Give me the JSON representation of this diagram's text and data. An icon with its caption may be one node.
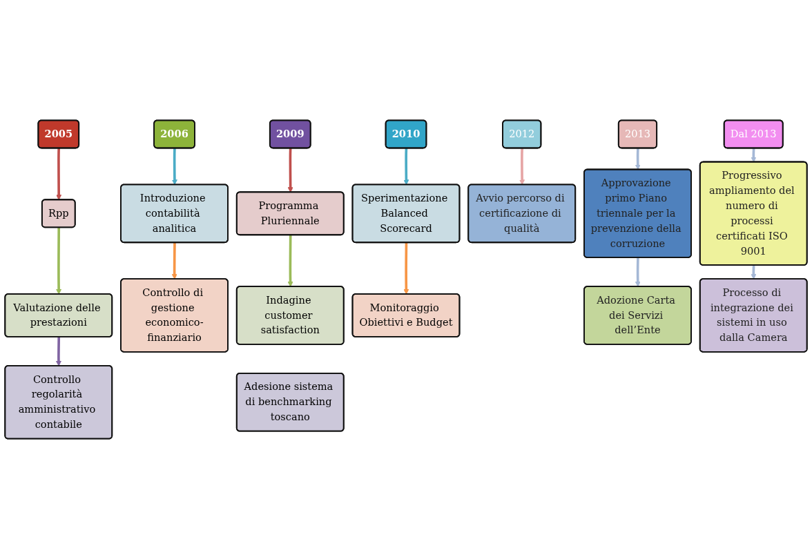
{
  "diagram": {
    "nodes": [
      {
        "text": [
          "2005"
        ]
      },
      {
        "text": [
          "Rpp"
        ]
      },
      {
        "text": [
          "Valutazione delle prestazioni"
        ]
      },
      {
        "text": [
          "Controllo regolarità amministrativo contabile"
        ]
      },
      {
        "text": [
          "2006"
        ]
      },
      {
        "text": [
          "Introduzione contabilità analitica"
        ]
      },
      {
        "text": [
          "Controllo di gestione economico-finanziario"
        ]
      },
      {
        "text": [
          "2009"
        ]
      },
      {
        "text": [
          "Programma Pluriennale"
        ]
      },
      {
        "text": [
          "Indagine customer satisfaction"
        ]
      },
      {
        "text": [
          "Adesione sistema di benchmarking toscano"
        ]
      },
      {
        "text": [
          "2010"
        ]
      },
      {
        "text": [
          "Sperimentazione Balanced Scorecard"
        ]
      },
      {
        "text": [
          "Monitoraggio Obiettivi e Budget"
        ]
      },
      {
        "text": [
          "2012"
        ]
      },
      {
        "text": [
          "Avvio percorso di certificazione di qualità"
        ]
      },
      {
        "text": [
          "2013"
        ]
      },
      {
        "text": [
          "Approvazione primo Piano triennale per la prevenzione della corruzione"
        ]
      },
      {
        "text": [
          "Adozione Carta dei Servizi dell’Ente"
        ]
      },
      {
        "text": [
          "Dal 2013"
        ]
      },
      {
        "text": [
          "Progressivo ampliamento del numero di processi certificati ISO 9001"
        ]
      },
      {
        "text": [
          "Processo di integrazione dei sistemi in uso dalla Camera"
        ]
      }
    ],
    "edges": [
      {
        "from": 0,
        "to": 1,
        "arrow": "to",
        "color": "#c0504d"
      },
      {
        "from": 1,
        "to": 2,
        "arrow": "to",
        "color": "#9bbb59"
      },
      {
        "from": 2,
        "to": 3,
        "arrow": "to",
        "color": "#8064a2"
      },
      {
        "from": 4,
        "to": 5,
        "arrow": "to",
        "color": "#4bacc6"
      },
      {
        "from": 5,
        "to": 6,
        "arrow": "to",
        "color": "#f79646"
      },
      {
        "from": 7,
        "to": 8,
        "arrow": "to",
        "color": "#c0504d"
      },
      {
        "from": 8,
        "to": 9,
        "arrow": "to",
        "color": "#9bbb59"
      },
      {
        "from": 11,
        "to": 12,
        "arrow": "to",
        "color": "#4bacc6"
      },
      {
        "from": 12,
        "to": 13,
        "arrow": "to",
        "color": "#f79646"
      },
      {
        "from": 14,
        "to": 15,
        "arrow": "to",
        "color": "#e6a5a5"
      },
      {
        "from": 16,
        "to": 17,
        "arrow": "to"
      },
      {
        "from": 17,
        "to": 18,
        "arrow": "to"
      },
      {
        "from": 19,
        "to": 20,
        "arrow": "to"
      },
      {
        "from": 20,
        "to": 21,
        "arrow": "to"
      }
    ]
  }
}
